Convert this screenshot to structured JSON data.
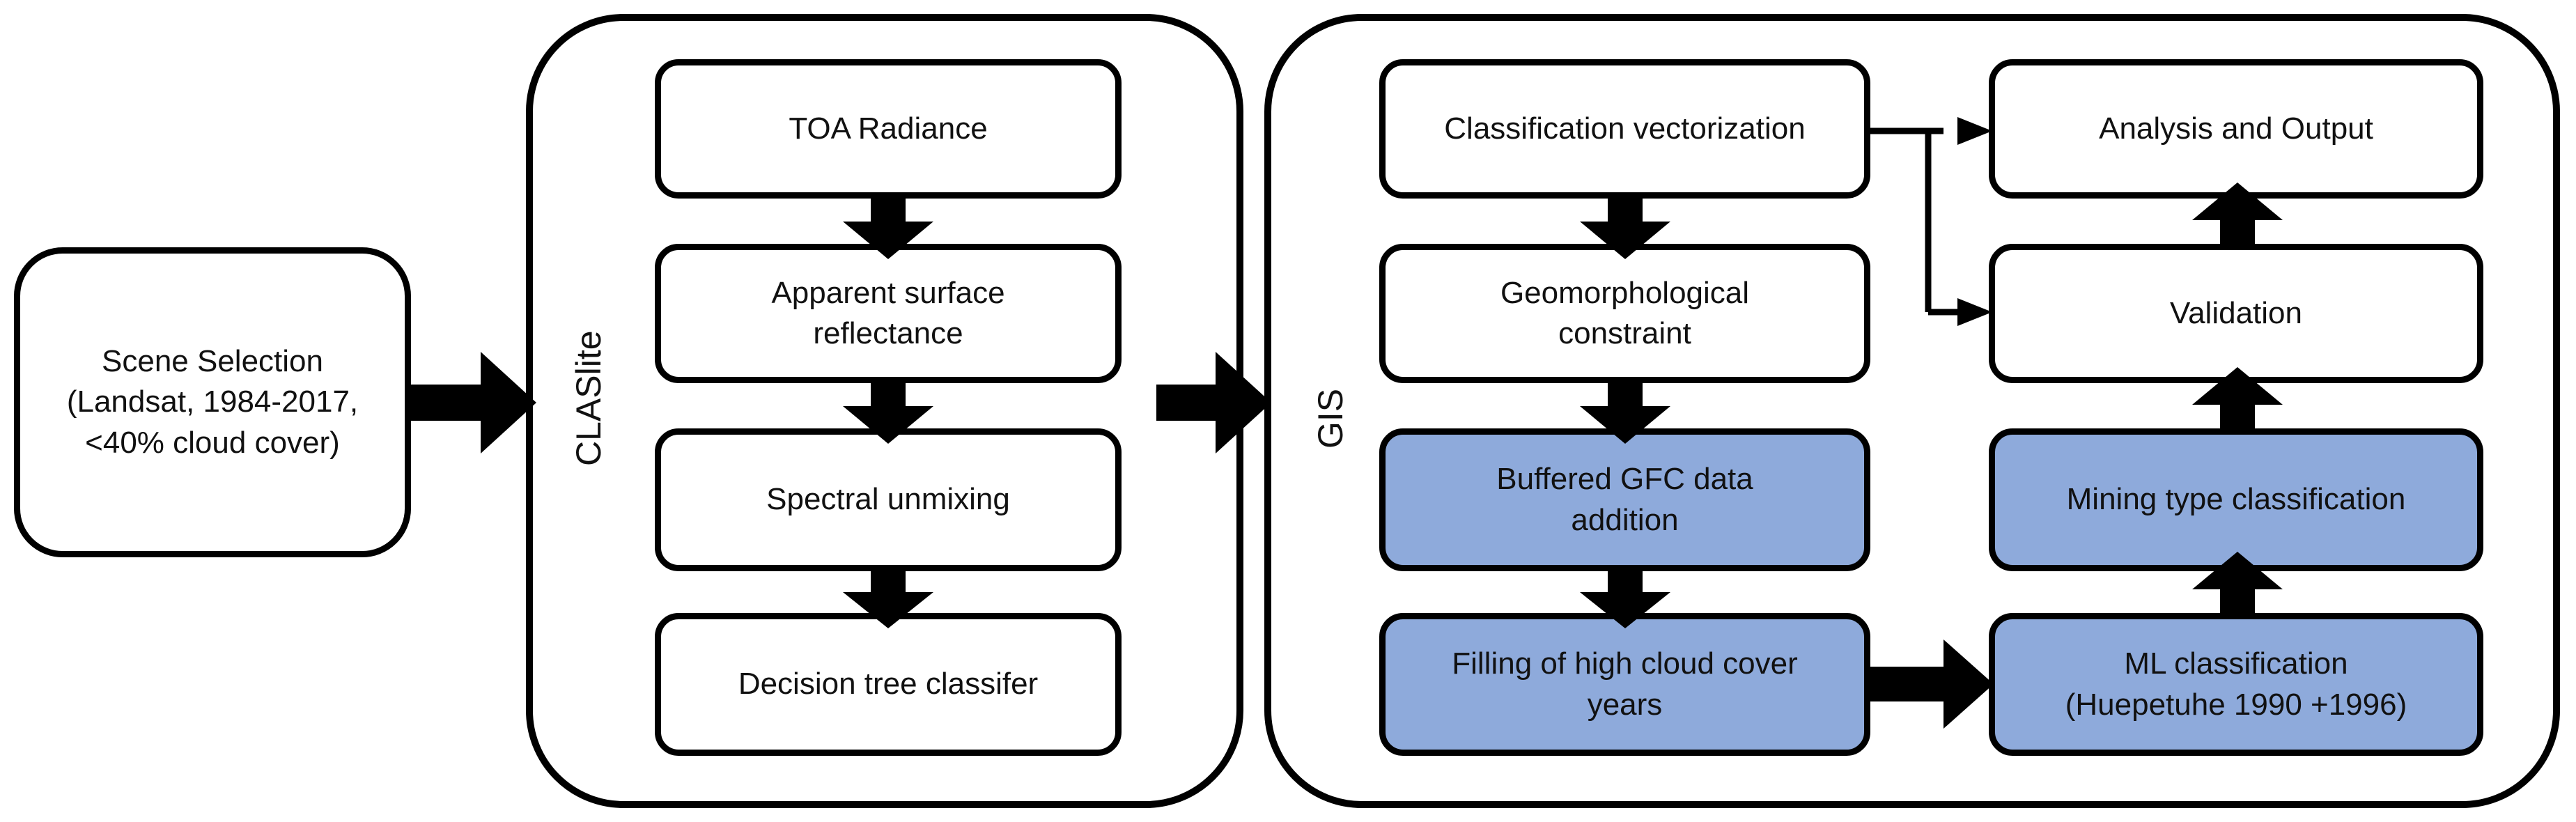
{
  "scene_selection": {
    "line1": "Scene Selection",
    "line2": "(Landsat, 1984-2017,",
    "line3": "<40% cloud cover)"
  },
  "claslite": {
    "label": "CLASlite",
    "steps": [
      "TOA Radiance",
      "Apparent surface reflectance",
      "Spectral unmixing",
      "Decision tree classifer"
    ]
  },
  "gis": {
    "label": "GIS",
    "left_steps": [
      "Classification vectorization",
      "Geomorphological constraint",
      "Buffered GFC data addition",
      "Filling of high cloud cover years"
    ],
    "right_steps": [
      "Analysis and Output",
      "Validation",
      "Mining type classification",
      "ML classification (Huepetuhe 1990 +1996)"
    ]
  },
  "colors": {
    "highlight_fill": "#8eaadb",
    "border": "#000000",
    "background": "#ffffff"
  }
}
